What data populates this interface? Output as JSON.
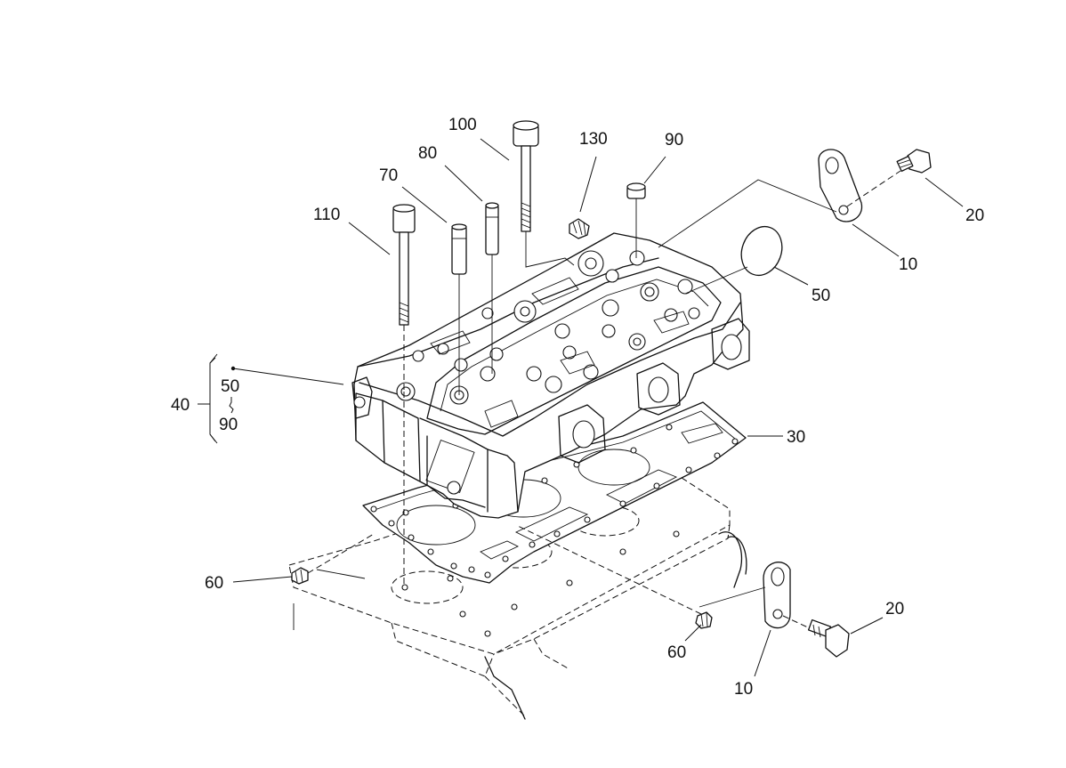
{
  "diagram": {
    "callouts": [
      {
        "id": "c100",
        "text": "100"
      },
      {
        "id": "c130",
        "text": "130"
      },
      {
        "id": "c90top",
        "text": "90"
      },
      {
        "id": "c80",
        "text": "80"
      },
      {
        "id": "c70",
        "text": "70"
      },
      {
        "id": "c110",
        "text": "110"
      },
      {
        "id": "c20top",
        "text": "20"
      },
      {
        "id": "c10top",
        "text": "10"
      },
      {
        "id": "c50",
        "text": "50"
      },
      {
        "id": "c40",
        "text": "40"
      },
      {
        "id": "c40a",
        "text": "50"
      },
      {
        "id": "c40b",
        "text": "90"
      },
      {
        "id": "c30",
        "text": "30"
      },
      {
        "id": "c60left",
        "text": "60"
      },
      {
        "id": "c60right",
        "text": "60"
      },
      {
        "id": "c20bottom",
        "text": "20"
      },
      {
        "id": "c10bottom",
        "text": "10"
      }
    ]
  }
}
